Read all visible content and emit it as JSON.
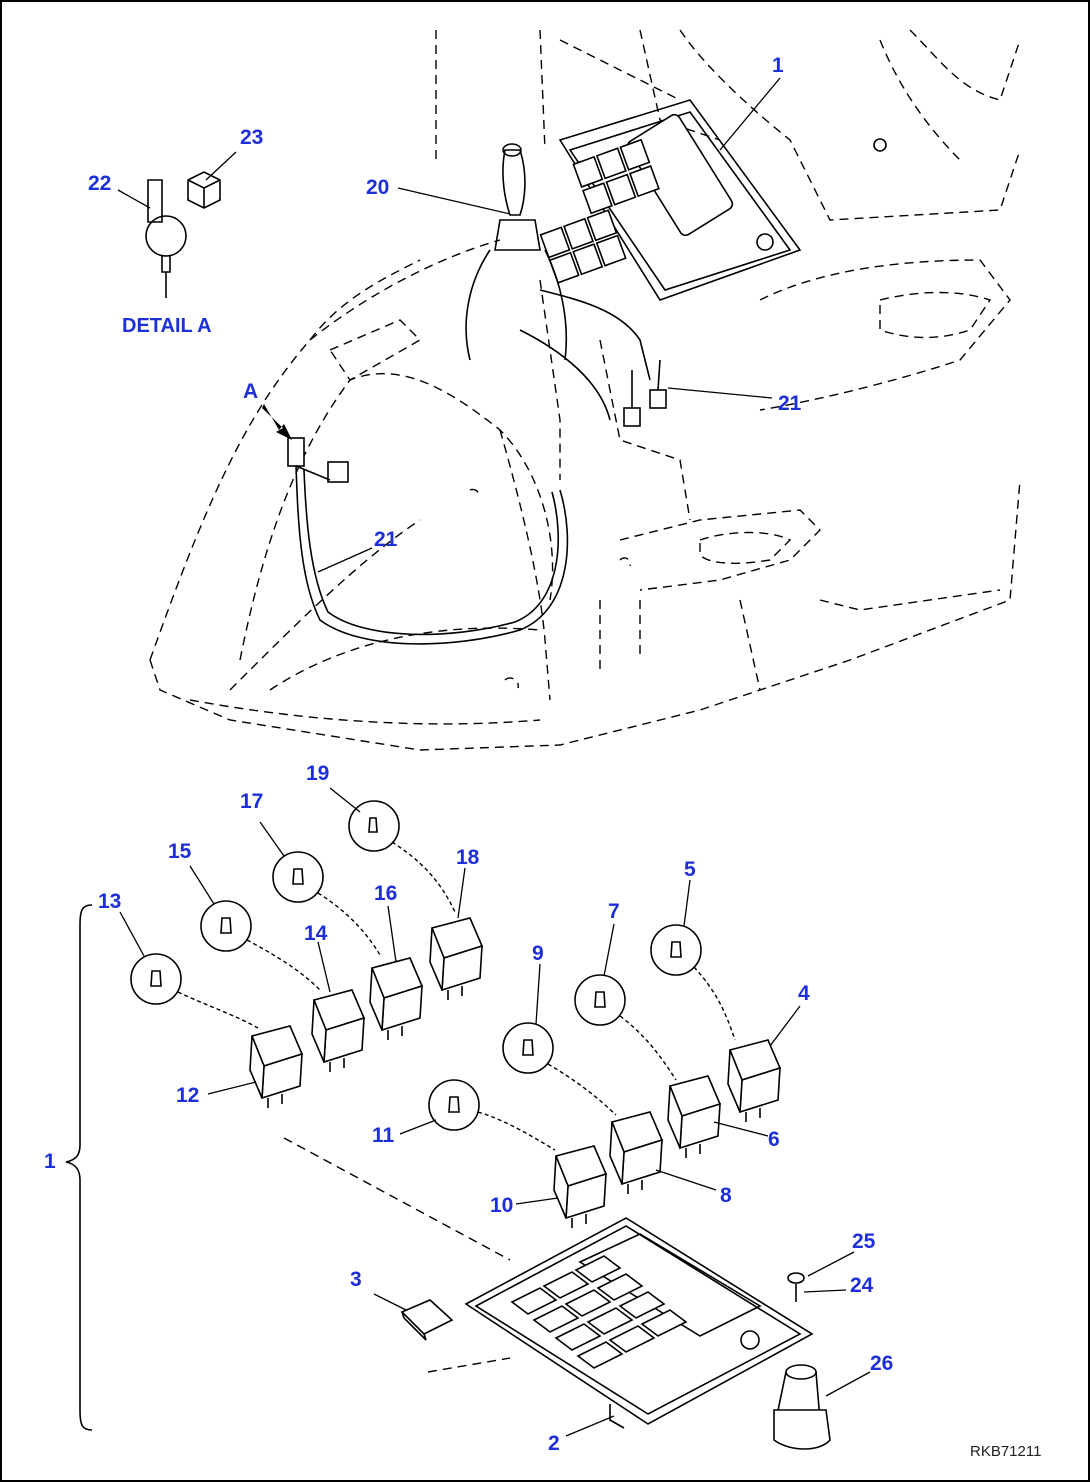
{
  "labels": {
    "l1_top": "1",
    "l20": "20",
    "l21_right": "21",
    "l21_left": "21",
    "l22": "22",
    "l23": "23",
    "detail": "DETAIL A",
    "view_a": "A",
    "l19": "19",
    "l18": "18",
    "l17": "17",
    "l16": "16",
    "l15": "15",
    "l14": "14",
    "l13": "13",
    "l12": "12",
    "l11": "11",
    "l10": "10",
    "l9": "9",
    "l8": "8",
    "l7": "7",
    "l6": "6",
    "l5": "5",
    "l4": "4",
    "l3": "3",
    "l2": "2",
    "l1_brace": "1",
    "l24": "24",
    "l25": "25",
    "l26": "26"
  },
  "drawing_code": "RKB71211",
  "colors": {
    "callout": "#1d2fd8",
    "line": "#000000"
  }
}
